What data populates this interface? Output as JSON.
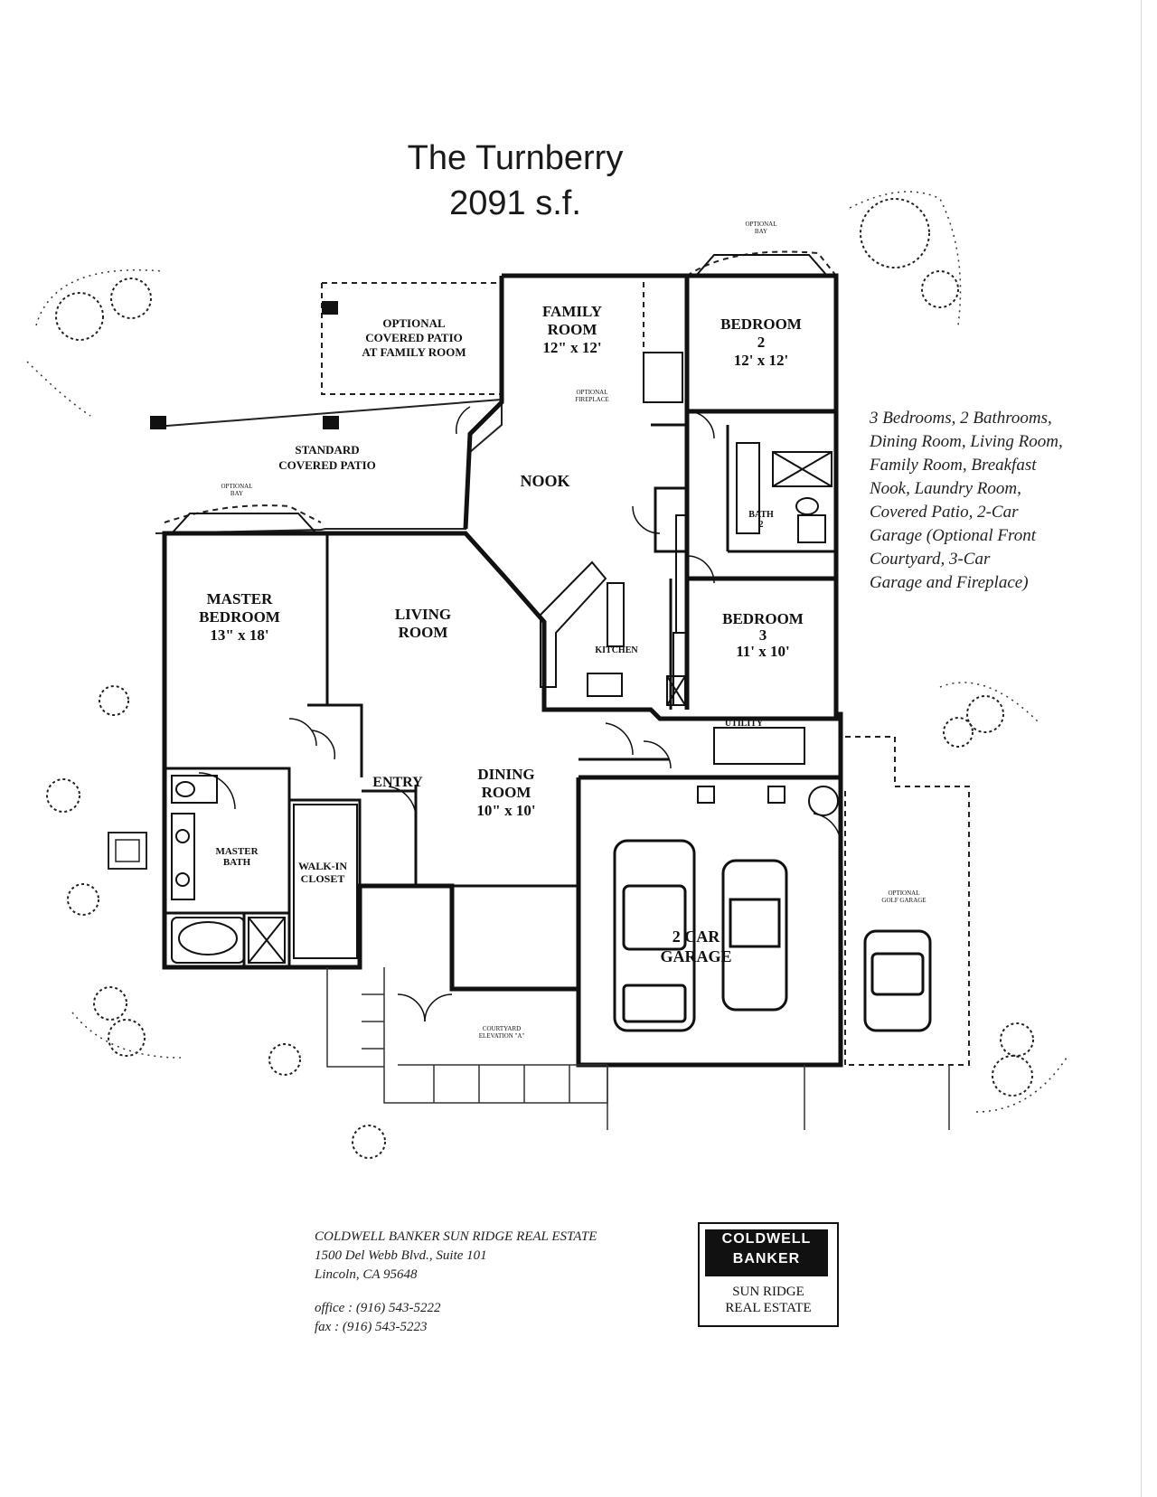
{
  "title": {
    "name": "The Turnberry",
    "area": "2091 s.f."
  },
  "rooms": {
    "family_room": {
      "name": "FAMILY\nROOM",
      "dims": "12\" x 12'"
    },
    "bedroom2": {
      "name": "BEDROOM\n2",
      "dims": "12' x 12'"
    },
    "master_bedroom": {
      "name": "MASTER\nBEDROOM",
      "dims": "13\" x 18'"
    },
    "living_room": {
      "name": "LIVING\nROOM"
    },
    "bedroom3": {
      "name": "BEDROOM\n3",
      "dims": "11' x 10'"
    },
    "dining_room": {
      "name": "DINING\nROOM",
      "dims": "10\" x 10'"
    },
    "nook": "NOOK",
    "kitchen": "KITCHEN",
    "bath2": "BATH\n2",
    "utility": "UTILITY",
    "entry": "ENTRY",
    "master_bath": "MASTER\nBATH",
    "walk_in_closet": "WALK-IN\nCLOSET",
    "garage": "2 CAR\nGARAGE"
  },
  "annotations": {
    "optional_patio": "OPTIONAL\nCOVERED PATIO\nAT FAMILY ROOM",
    "standard_patio": "STANDARD\nCOVERED PATIO",
    "optional_bay_top": "OPTIONAL\nBAY",
    "optional_bay_left": "OPTIONAL\nBAY",
    "optional_fireplace": "OPTIONAL\nFIREPLACE",
    "optional_golf_garage": "OPTIONAL\nGOLF GARAGE",
    "courtyard": "COURTYARD\nELEVATION \"A\""
  },
  "features": [
    "3 Bedrooms, 2 Bathrooms,",
    "Dining Room, Living Room,",
    "Family Room, Breakfast",
    "Nook, Laundry Room,",
    "Covered Patio, 2-Car",
    "Garage (Optional Front",
    "Courtyard, 3-Car",
    "Garage and Fireplace)"
  ],
  "company": {
    "name": "COLDWELL BANKER SUN RIDGE REAL ESTATE",
    "address1": "1500 Del Webb Blvd., Suite 101",
    "address2": "Lincoln, CA 95648",
    "office": "office : (916) 543-5222",
    "fax": "fax :    (916) 543-5223"
  },
  "logo": {
    "line1": "COLDWELL",
    "line2": "BANKER",
    "sub1": "SUN RIDGE",
    "sub2": "REAL ESTATE"
  }
}
